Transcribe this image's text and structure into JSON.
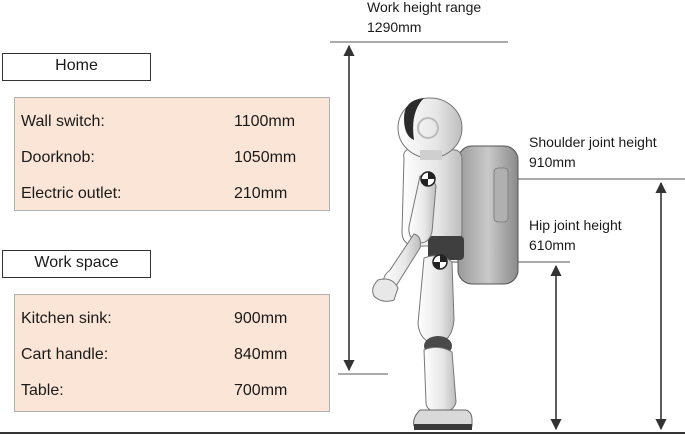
{
  "colors": {
    "box_fill": "#fbe5d6",
    "box_border": "#b0b0b0",
    "line": "#333333",
    "robot_white": "#f2f2f2",
    "robot_dark": "#4a4a4a"
  },
  "home": {
    "header": "Home",
    "items": [
      {
        "label": "Wall switch:",
        "value": "1100mm"
      },
      {
        "label": "Doorknob:",
        "value": "1050mm"
      },
      {
        "label": "Electric outlet:",
        "value": "210mm"
      }
    ]
  },
  "work_space": {
    "header": "Work space",
    "items": [
      {
        "label": "Kitchen sink:",
        "value": "900mm"
      },
      {
        "label": "Cart handle:",
        "value": "840mm"
      },
      {
        "label": "Table:",
        "value": "700mm"
      }
    ]
  },
  "dimensions": {
    "work_height_range": {
      "label": "Work height range",
      "value": "1290mm"
    },
    "shoulder_joint": {
      "label": "Shoulder joint height",
      "value": "910mm"
    },
    "hip_joint": {
      "label": "Hip joint height",
      "value": "610mm"
    }
  },
  "illustration": {
    "icon": "humanoid-robot-side-view-icon"
  }
}
